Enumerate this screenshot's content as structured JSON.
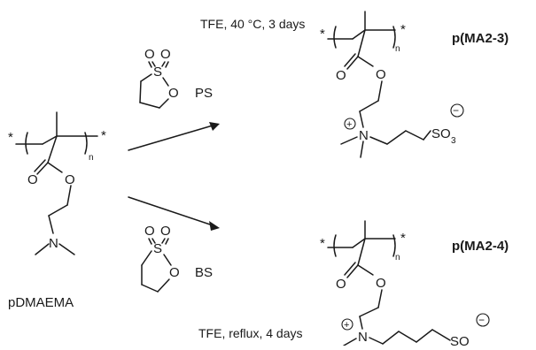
{
  "conditions": {
    "top": "TFE, 40 °C, 3 days",
    "bottom": "TFE, reflux, 4 days"
  },
  "reagents": {
    "top": "PS",
    "bottom": "BS"
  },
  "polymers": {
    "start": "pDMAEMA",
    "product_top": "p(MA2-3)",
    "product_bottom": "p(MA2-4)"
  },
  "atoms": {
    "oxygen": "O",
    "sulfur": "S",
    "nitrogen": "N",
    "end_group": "*",
    "repeat": "n",
    "sulfonate": "SO",
    "sulfonate_sub": "3",
    "plus": "+",
    "minus": "−"
  }
}
